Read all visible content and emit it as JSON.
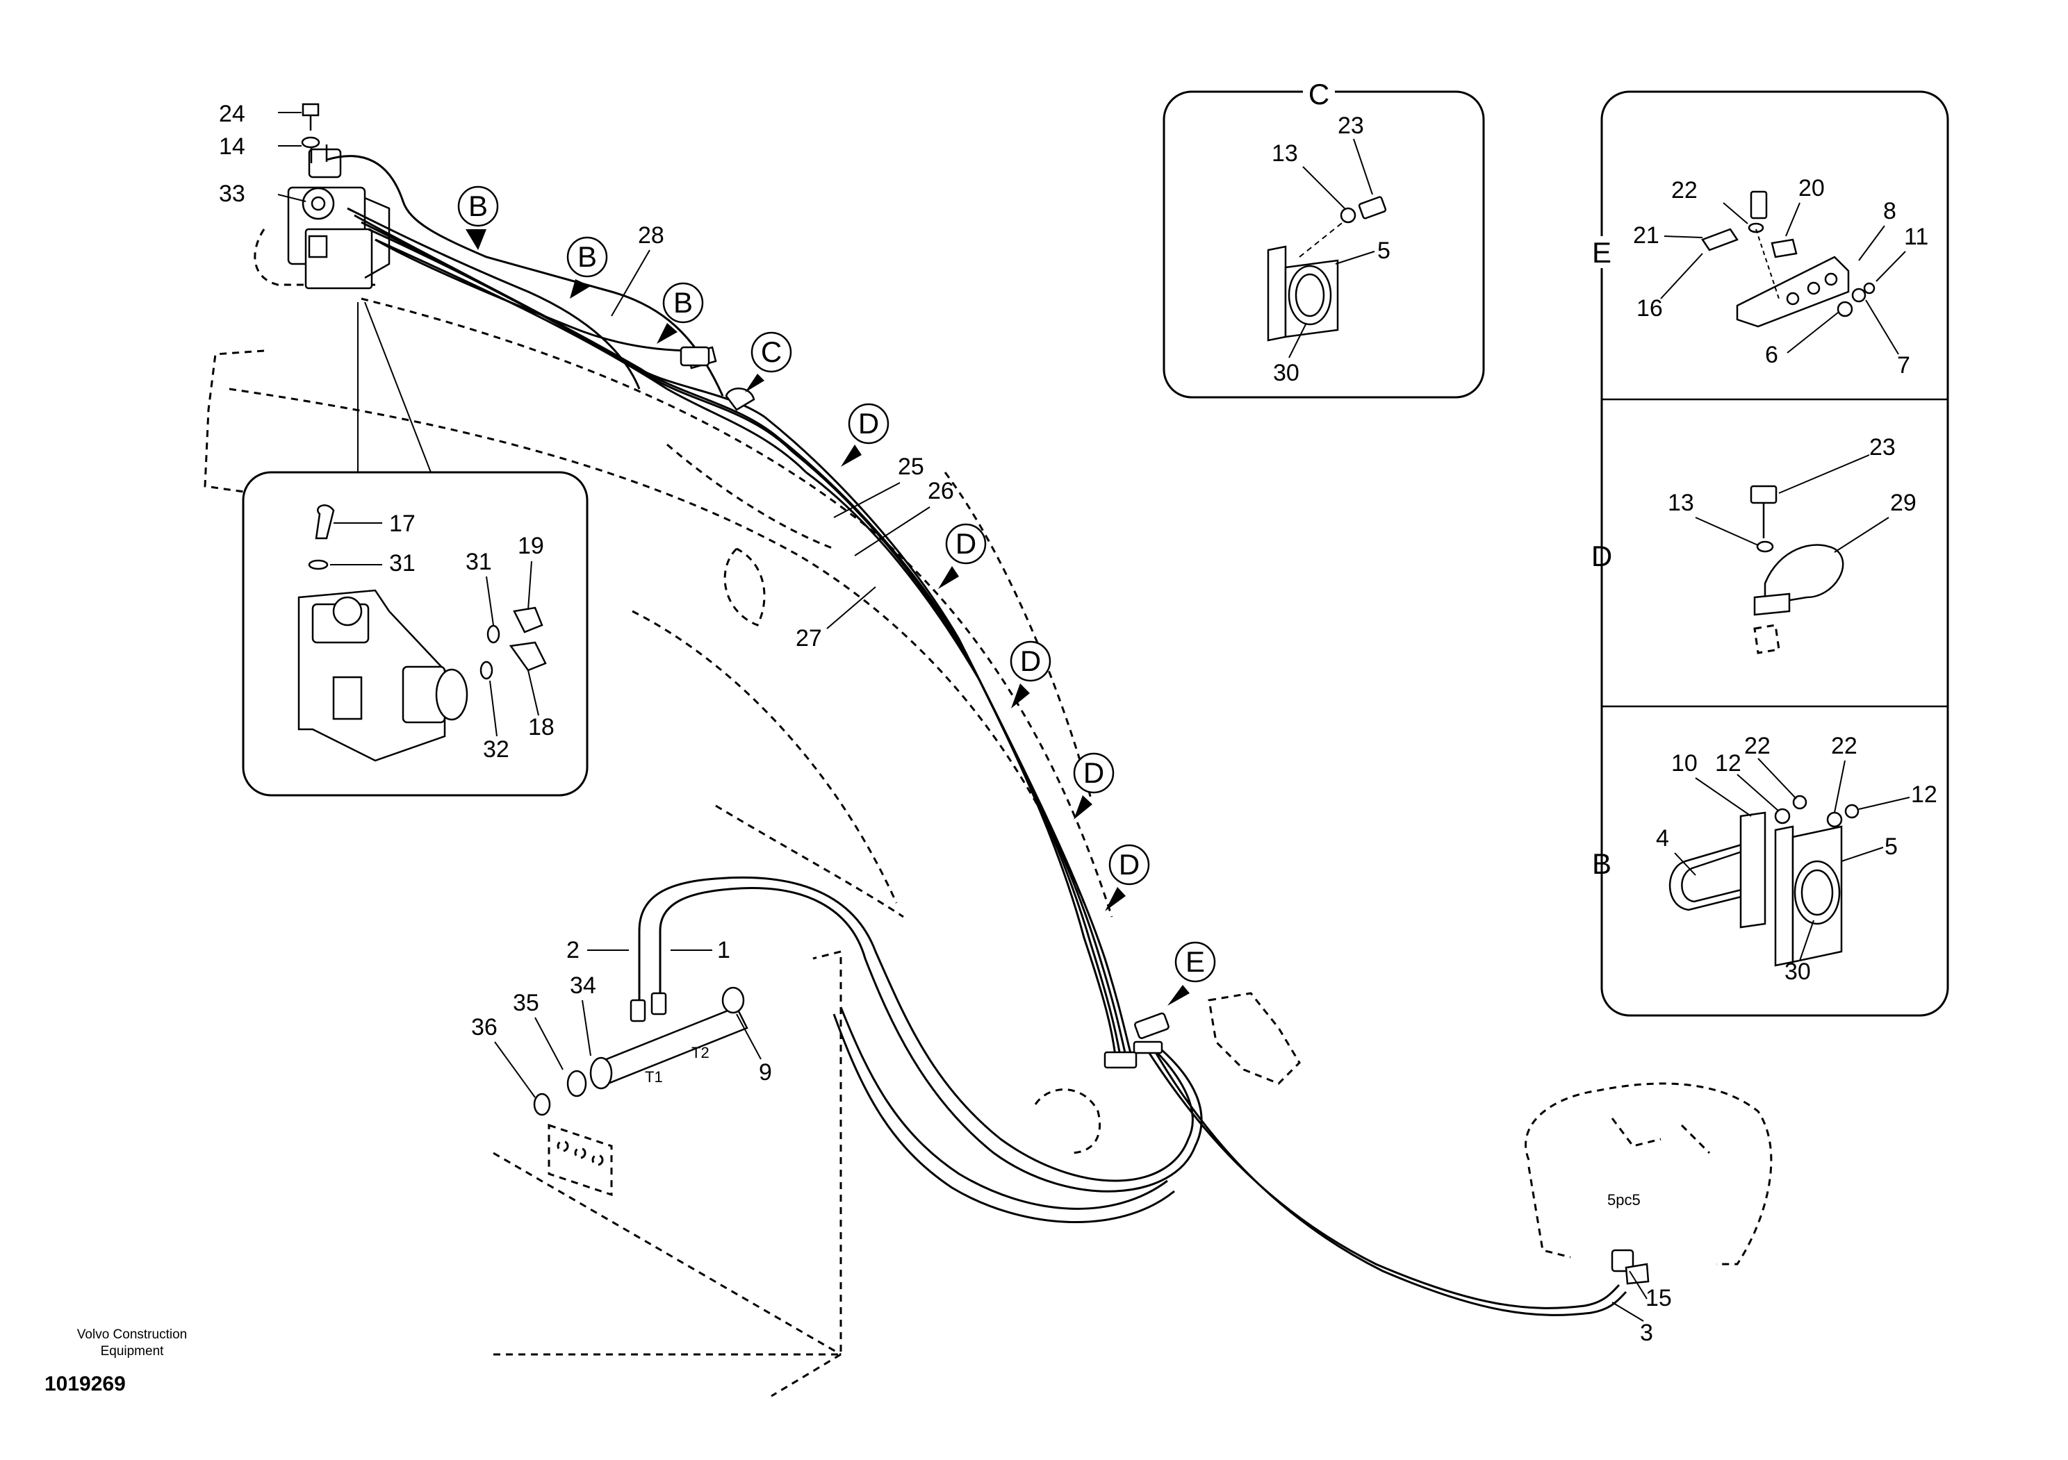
{
  "part_labels": [
    "24",
    "14",
    "33",
    "28",
    "17",
    "31",
    "31",
    "19",
    "18",
    "32",
    "25",
    "26",
    "27",
    "2",
    "1",
    "35",
    "34",
    "36",
    "9",
    "3",
    "15",
    "13",
    "23",
    "5",
    "30",
    "22",
    "20",
    "8",
    "21",
    "11",
    "16",
    "6",
    "7",
    "23",
    "13",
    "29",
    "12",
    "22",
    "10",
    "22",
    "12",
    "4",
    "5",
    "30"
  ],
  "callouts": [
    "B",
    "B",
    "B",
    "C",
    "D",
    "D",
    "D",
    "D",
    "D",
    "E"
  ],
  "inset_letters": {
    "C": "C",
    "E": "E",
    "D": "D",
    "B": "B"
  },
  "port_labels": [
    "T1",
    "T2",
    "5pc5"
  ],
  "footer": {
    "company": "Volvo Construction\nEquipment",
    "drawing_number": "1019269"
  }
}
